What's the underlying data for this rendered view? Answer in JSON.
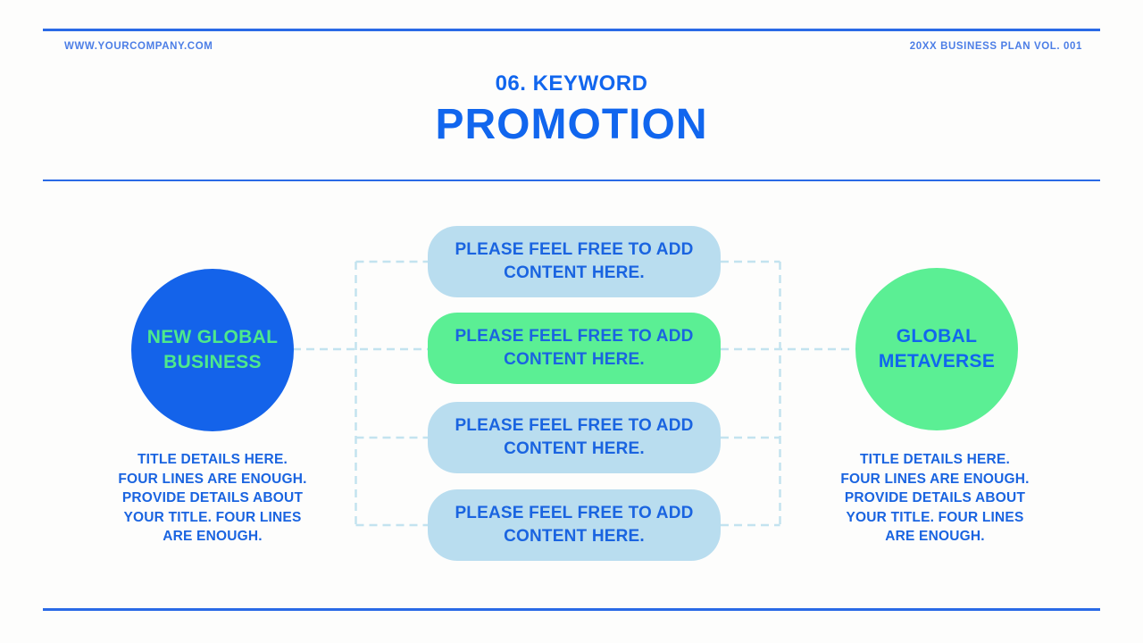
{
  "colors": {
    "bg": "#fdfdfc",
    "accent": "#1166ee",
    "rule": "#2a6ae6",
    "header_text": "#4c7ee6",
    "circle_blue": "#1463ea",
    "green": "#5bef94",
    "green_text": "#4ee98b",
    "pill_blue": "#b9ddef",
    "pill_text": "#1a64e0",
    "dash": "#c3e3ef"
  },
  "header": {
    "website": "WWW.YOURCOMPANY.COM",
    "volume": "20XX BUSINESS PLAN VOL. 001"
  },
  "title": {
    "kicker": "06. KEYWORD",
    "main": "PROMOTION"
  },
  "diagram": {
    "left_node": {
      "title_lines": [
        "NEW GLOBAL",
        "BUSINESS"
      ],
      "desc_lines": [
        "TITLE DETAILS HERE.",
        "FOUR LINES ARE ENOUGH.",
        "PROVIDE DETAILS ABOUT",
        "YOUR TITLE. FOUR LINES",
        "ARE ENOUGH."
      ]
    },
    "right_node": {
      "title_lines": [
        "GLOBAL",
        "METAVERSE"
      ],
      "desc_lines": [
        "TITLE DETAILS HERE.",
        "FOUR LINES ARE ENOUGH.",
        "PROVIDE DETAILS ABOUT",
        "YOUR TITLE. FOUR LINES",
        "ARE ENOUGH."
      ]
    },
    "pills": [
      {
        "lines": [
          "PLEASE FEEL FREE TO ADD",
          "CONTENT HERE."
        ]
      },
      {
        "lines": [
          "PLEASE FEEL FREE TO ADD",
          "CONTENT HERE."
        ]
      },
      {
        "lines": [
          "PLEASE FEEL FREE TO ADD",
          "CONTENT HERE."
        ]
      },
      {
        "lines": [
          "PLEASE FEEL FREE TO ADD",
          "CONTENT HERE."
        ]
      }
    ]
  }
}
